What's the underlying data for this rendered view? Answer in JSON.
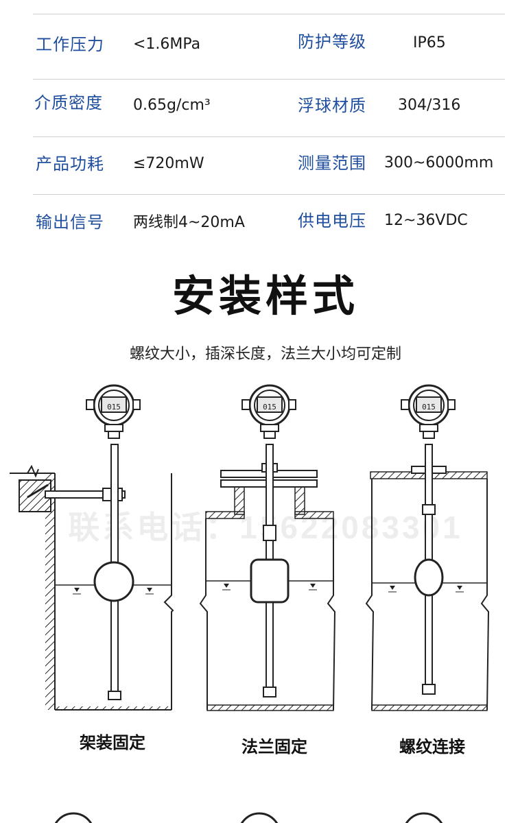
{
  "specs": [
    {
      "left_label": "工作压力",
      "left_value": "<1.6MPa",
      "right_label": "防护等级",
      "right_value": "IP65"
    },
    {
      "left_label": "介质密度",
      "left_value": "0.65g/cm³",
      "right_label": "浮球材质",
      "right_value": "304/316"
    },
    {
      "left_label": "产品功耗",
      "left_value": "≤720mW",
      "right_label": "测量范围",
      "right_value": "300~6000mm"
    },
    {
      "left_label": "输出信号",
      "left_value": "两线制4~20mA",
      "right_label": "供电电压",
      "right_value": "12~36VDC"
    }
  ],
  "section": {
    "title": "安装样式",
    "subtitle": "螺纹大小，插深长度，法兰大小均可定制"
  },
  "installations": [
    {
      "caption": "架装固定",
      "display": "015"
    },
    {
      "caption": "法兰固定",
      "display": "015"
    },
    {
      "caption": "螺纹连接",
      "display": "015"
    }
  ],
  "watermark": "联系电话：15622083301",
  "colors": {
    "label_blue": "#1f4e9e",
    "line_gray": "#cfcfcf",
    "ink": "#111111"
  }
}
